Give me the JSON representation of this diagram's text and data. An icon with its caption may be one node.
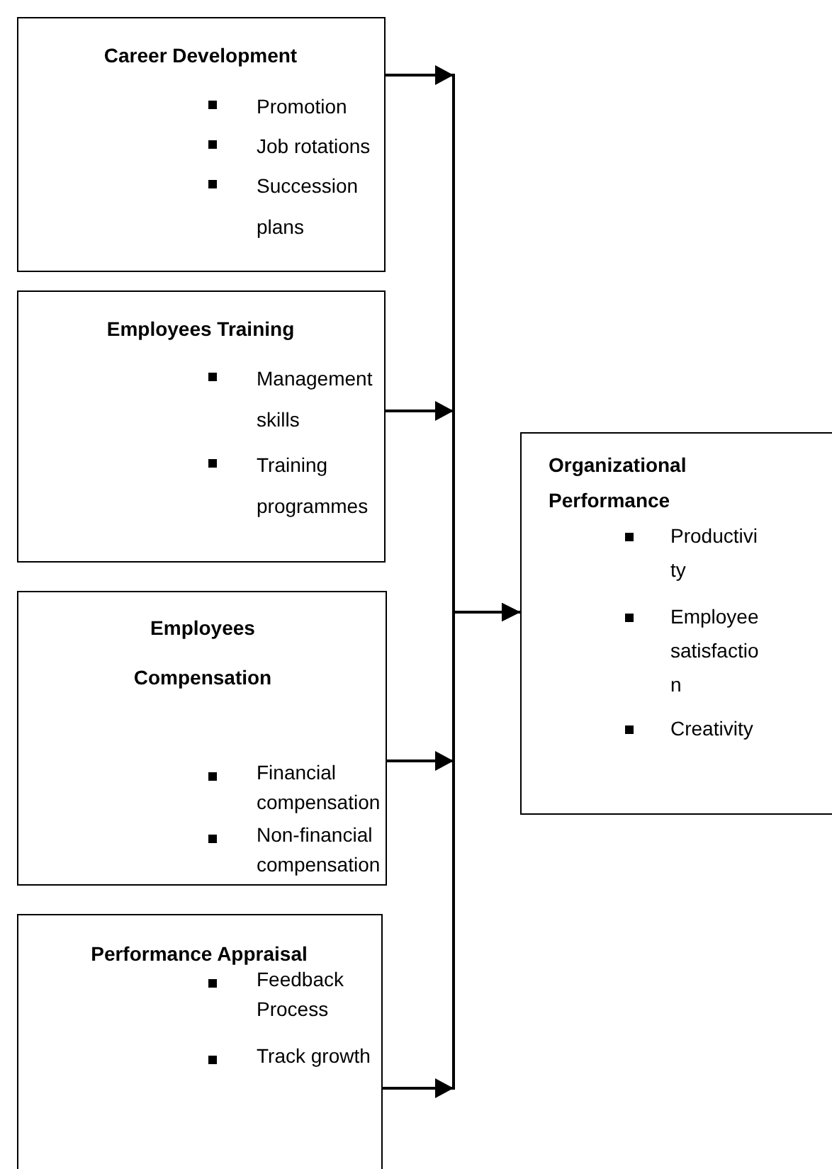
{
  "diagram": {
    "nodes": [
      {
        "text": [
          "Career Development",
          "Promotion",
          "Job rotations",
          "Succession plans"
        ]
      },
      {
        "text": [
          "Employees Training",
          "Management skills",
          "Training programmes"
        ]
      },
      {
        "text": [
          "Employees Compensation",
          "Financial compensation",
          "Non-financial compensation"
        ]
      },
      {
        "text": [
          "Performance Appraisal",
          "Feedback Process",
          "Track growth"
        ]
      },
      {
        "text": [
          "Organizational Performance",
          "Productivity",
          "Employee satisfaction",
          "Creativity"
        ]
      }
    ],
    "edges": [
      {
        "from": 0,
        "to": 4,
        "arrow": "to"
      },
      {
        "from": 1,
        "to": 4,
        "arrow": "to"
      },
      {
        "from": 2,
        "to": 4,
        "arrow": "to"
      },
      {
        "from": 3,
        "to": 4,
        "arrow": "to"
      }
    ]
  }
}
